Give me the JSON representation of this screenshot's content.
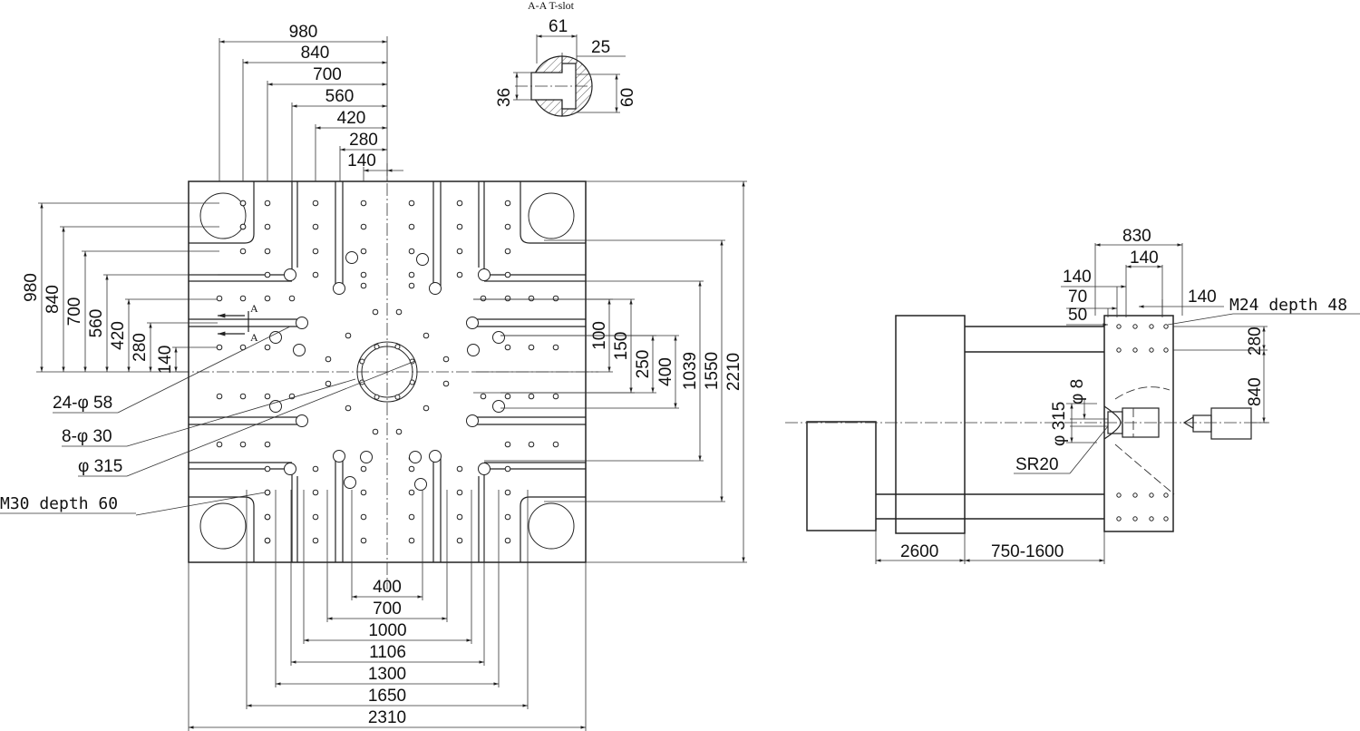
{
  "section_title": "A-A  T-slot",
  "section_marker": "A",
  "tslot": {
    "d61": "61",
    "d25": "25",
    "d36": "36",
    "d60": "60"
  },
  "front_top_dims": [
    "980",
    "840",
    "700",
    "560",
    "420",
    "280",
    "140"
  ],
  "front_left_dims": [
    "980",
    "840",
    "700",
    "560",
    "420",
    "280",
    "140"
  ],
  "front_right_dims": [
    "100",
    "150",
    "250",
    "400",
    "1039",
    "1550",
    "2210"
  ],
  "front_bottom_dims": [
    "400",
    "700",
    "1000",
    "1106",
    "1300",
    "1650",
    "2310"
  ],
  "callouts": {
    "tie_holes": "24-φ 58",
    "small_holes": "8-φ 30",
    "locating_ring": "φ 315",
    "m30": "M30 depth 60"
  },
  "side_view": {
    "top_dims": [
      "830",
      "140",
      "140",
      "70",
      "50",
      "140"
    ],
    "m24": "M24 depth 48",
    "right_dims": [
      "280",
      "840"
    ],
    "phi8": "φ 8",
    "phi315": "φ 315",
    "sr20": "SR20",
    "bottom_dims": [
      "2600",
      "750-1600"
    ]
  }
}
